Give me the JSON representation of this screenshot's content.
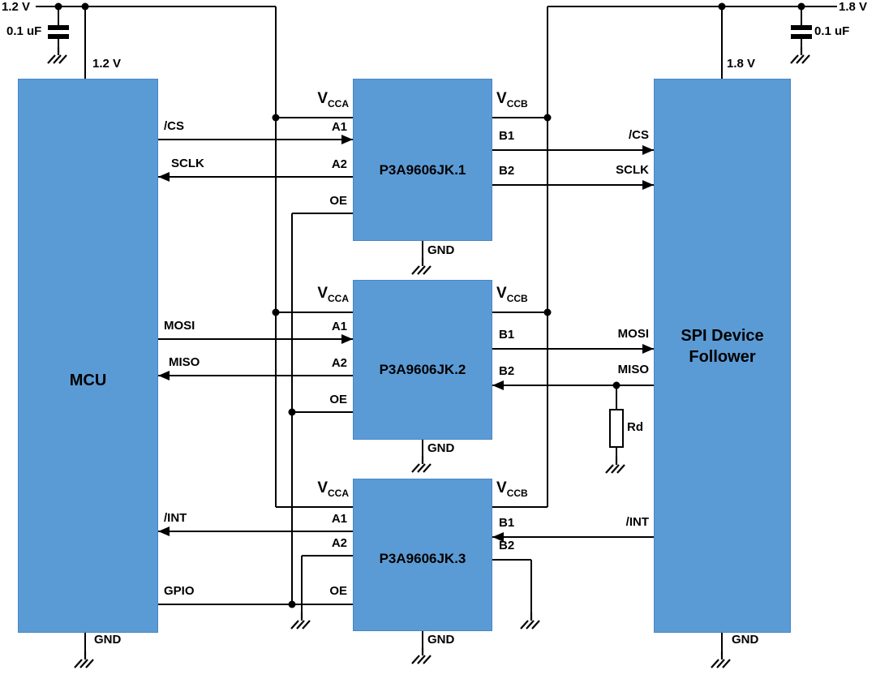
{
  "blocks": {
    "mcu": "MCU",
    "spi": "SPI Device Follower",
    "translator1": "P3A9606JK.1",
    "translator2": "P3A9606JK.2",
    "translator3": "P3A9606JK.3"
  },
  "power": {
    "rail_left_voltage": "1.2 V",
    "mcu_supply": "1.2 V",
    "decoupling_cap_left": "0.1 uF",
    "rail_right_voltage": "1.8 V",
    "spi_supply": "1.8 V",
    "decoupling_cap_right": "0.1 uF"
  },
  "pins": {
    "v": "V",
    "cca": "CCA",
    "ccb": "CCB",
    "a1": "A1",
    "a2": "A2",
    "b1": "B1",
    "b2": "B2",
    "oe": "OE",
    "gnd": "GND"
  },
  "signals": {
    "cs": "/CS",
    "sclk": "SCLK",
    "mosi": "MOSI",
    "miso": "MISO",
    "int": "/INT",
    "gpio": "GPIO",
    "pulldown": "Rd"
  },
  "colors": {
    "block_fill": "#5b9bd5",
    "block_border": "#4a86c4",
    "wire": "#000000"
  }
}
